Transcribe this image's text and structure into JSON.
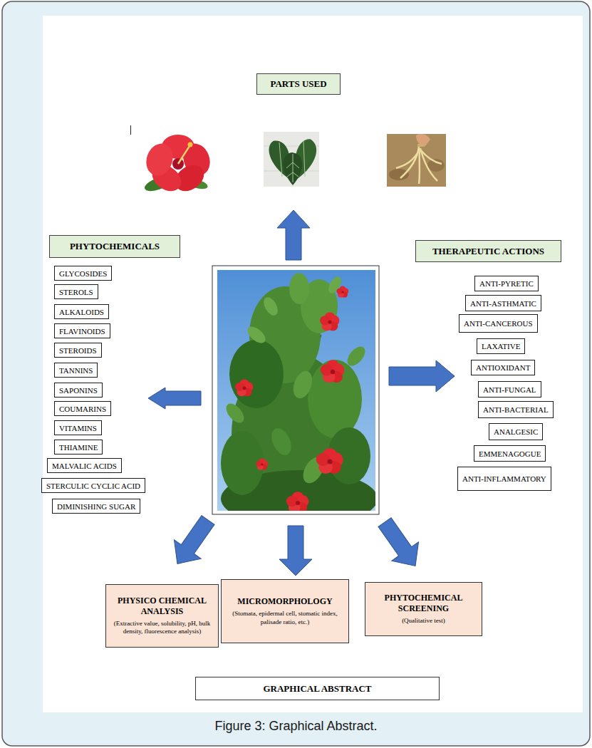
{
  "diagram": {
    "caption": "Figure 3: Graphical Abstract.",
    "nodes": [
      {
        "text": [
          "PARTS USED"
        ]
      },
      {
        "text": [
          "PHYTOCHEMICALS"
        ]
      },
      {
        "text": [
          "THERAPEUTIC ACTIONS"
        ]
      },
      {
        "text": [
          "GLYCOSIDES"
        ]
      },
      {
        "text": [
          "STEROLS"
        ]
      },
      {
        "text": [
          "ALKALOIDS"
        ]
      },
      {
        "text": [
          "FLAVINOIDS"
        ]
      },
      {
        "text": [
          "STEROIDS"
        ]
      },
      {
        "text": [
          "TANNINS"
        ]
      },
      {
        "text": [
          "SAPONINS"
        ]
      },
      {
        "text": [
          "COUMARINS"
        ]
      },
      {
        "text": [
          "VITAMINS"
        ]
      },
      {
        "text": [
          "THIAMINE"
        ]
      },
      {
        "text": [
          "MALVALIC ACIDS"
        ]
      },
      {
        "text": [
          "STERCULIC CYCLIC ACID"
        ]
      },
      {
        "text": [
          "DIMINISHING SUGAR"
        ]
      },
      {
        "text": [
          "ANTI-PYRETIC"
        ]
      },
      {
        "text": [
          "ANTI-ASTHMATIC"
        ]
      },
      {
        "text": [
          "ANTI-CANCEROUS"
        ]
      },
      {
        "text": [
          "LAXATIVE"
        ]
      },
      {
        "text": [
          "ANTIOXIDANT"
        ]
      },
      {
        "text": [
          "ANTI-FUNGAL"
        ]
      },
      {
        "text": [
          "ANTI-BACTERIAL"
        ]
      },
      {
        "text": [
          "ANALGESIC"
        ]
      },
      {
        "text": [
          "EMMENAGOGUE"
        ]
      },
      {
        "text": [
          "ANTI-INFLAMMATORY"
        ]
      },
      {
        "text": [
          "PHYSICO CHEMICAL ANALYSIS",
          "(Extractive value, solubility, pH, bulk density, fluorescence analysis)"
        ]
      },
      {
        "text": [
          "MICROMORPHOLOGY",
          "(Stomata, epidermal cell, stomatic index, palisade ratio, etc.)"
        ]
      },
      {
        "text": [
          "PHYTOCHEMICAL SCREENING",
          "(Qualitative test)"
        ]
      },
      {
        "text": [
          "GRAPHICAL ABSTRACT"
        ]
      }
    ]
  }
}
